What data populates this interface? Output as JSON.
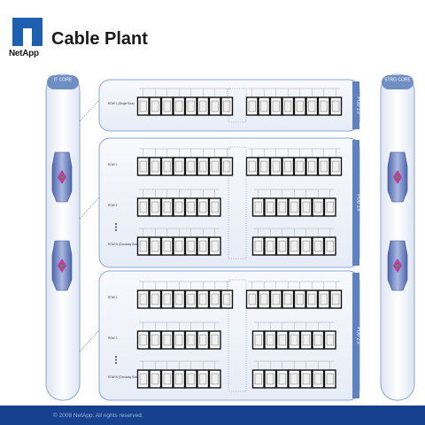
{
  "header": {
    "logo_text": "NetApp",
    "title": "Cable Plant"
  },
  "cores": {
    "left": "IT CORE",
    "right": "STRG CORE"
  },
  "pods": [
    {
      "label": "POD 1.0",
      "rows": [
        {
          "label": "ROW 1 (Single Row)"
        }
      ]
    },
    {
      "label": "POD 1.5",
      "rows": [
        {
          "label": "ROW 1"
        },
        {
          "label": "ROW 2"
        },
        {
          "label": "ROW N (Circularly Subnetworked)"
        }
      ]
    },
    {
      "label": "POD 2.0",
      "rows": [
        {
          "label": "ROW 1"
        },
        {
          "label": "ROW 2"
        },
        {
          "label": "ROW N (Circularly Subnetworked)"
        }
      ]
    }
  ],
  "colors": {
    "frame_blue": "#6f8fc3",
    "tab_blue": "#5f82be",
    "footer_blue": "#17418e",
    "logo_blue": "#1f5fb0"
  },
  "footer": {
    "copyright": "© 2008 NetApp.  All rights reserved."
  }
}
